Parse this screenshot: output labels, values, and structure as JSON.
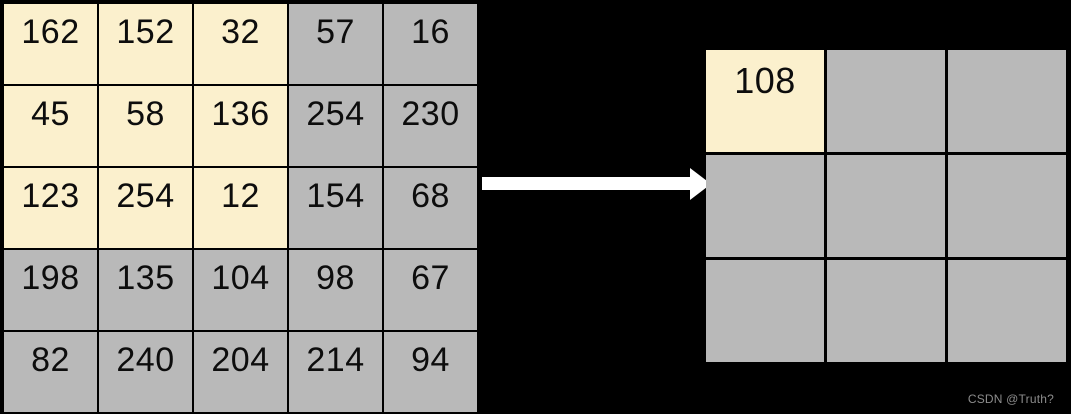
{
  "diagram": {
    "kind": "convolution-example",
    "input_grid": {
      "rows": [
        [
          "162",
          "152",
          "32",
          "57",
          "16"
        ],
        [
          "45",
          "58",
          "136",
          "254",
          "230"
        ],
        [
          "123",
          "254",
          "12",
          "154",
          "68"
        ],
        [
          "198",
          "135",
          "104",
          "98",
          "67"
        ],
        [
          "82",
          "240",
          "204",
          "214",
          "94"
        ]
      ],
      "highlight_window": {
        "row_start": 0,
        "row_end": 2,
        "col_start": 0,
        "col_end": 2
      }
    },
    "output_grid": {
      "rows": [
        [
          "108",
          "",
          ""
        ],
        [
          "",
          "",
          ""
        ],
        [
          "",
          "",
          ""
        ]
      ],
      "highlight_cell": {
        "row": 0,
        "col": 0
      }
    },
    "arrow_icon": "right-arrow",
    "watermark": "CSDN @Truth?",
    "colors": {
      "background": "#000000",
      "cell_highlight": "#FBF0CD",
      "cell_default": "#B9B9B9",
      "grid_border": "#000000",
      "number_text": "#0d0d0d",
      "arrow": "#FFFFFF",
      "watermark_text": "#8C8C8C"
    }
  }
}
